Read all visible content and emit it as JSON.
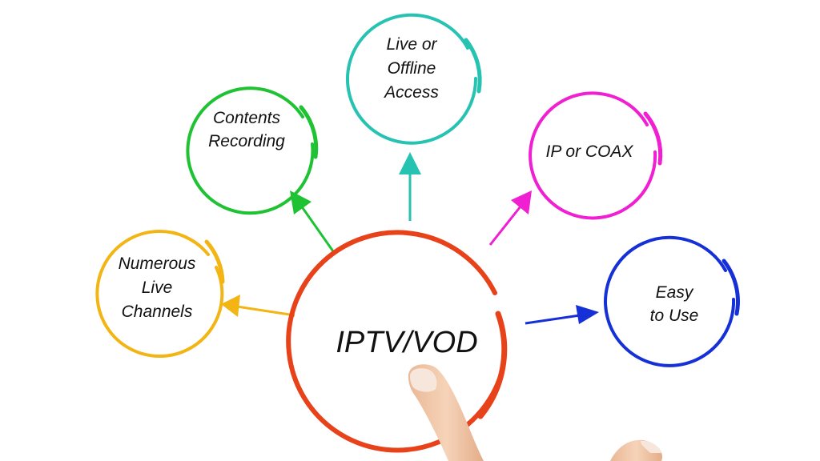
{
  "diagram": {
    "center": {
      "lines": [
        "IPTV/VOD"
      ],
      "color": "#e8421b"
    },
    "nodes": [
      {
        "id": "numerous-live-channels",
        "lines": [
          "Numerous",
          "Live",
          "Channels"
        ],
        "color": "#f2b514"
      },
      {
        "id": "contents-recording",
        "lines": [
          "Contents",
          "Recording"
        ],
        "color": "#1fc233"
      },
      {
        "id": "live-or-offline-access",
        "lines": [
          "Live or",
          "Offline",
          "Access"
        ],
        "color": "#26c2b2"
      },
      {
        "id": "ip-or-coax",
        "lines": [
          "IP or COAX"
        ],
        "color": "#f01fd2"
      },
      {
        "id": "easy-to-use",
        "lines": [
          "Easy",
          "to Use"
        ],
        "color": "#1630d8"
      }
    ]
  },
  "hand": {
    "skin": "#f1c7a6",
    "nail": "#f7e6dc"
  }
}
